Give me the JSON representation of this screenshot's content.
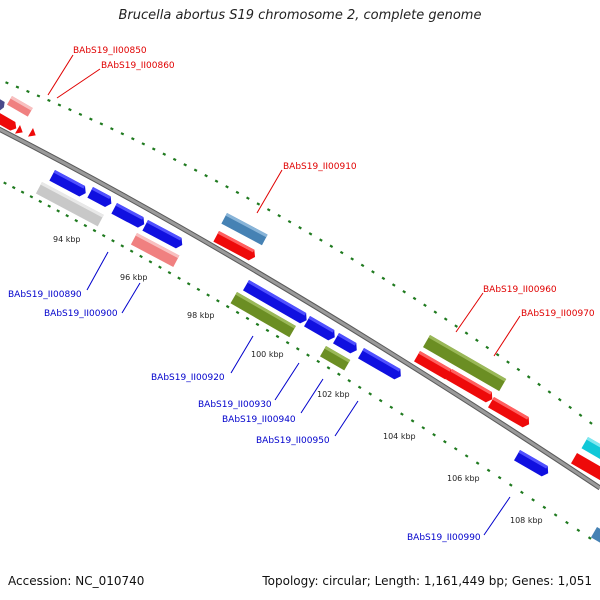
{
  "title": "Brucella abortus S19 chromosome 2, complete genome",
  "footer": {
    "accession": "Accession: NC_010740",
    "info": "Topology: circular; Length: 1,161,449 bp; Genes: 1,051"
  },
  "colors": {
    "backbone": "#8a8a8a",
    "tick": "#1f7a1f",
    "red_label": "#e00000",
    "blue_label": "#0000cc",
    "blue": "#1010e0",
    "red": "#ee0a0a",
    "olive": "#6b8e23",
    "pink": "#f08080",
    "steel": "#4682b4",
    "grey": "#c8c8c8",
    "navy": "#4a4a8a",
    "cyan": "#10c8d8"
  },
  "scale_labels": [
    "94 kbp",
    "96 kbp",
    "98 kbp",
    "100 kbp",
    "102 kbp",
    "104 kbp",
    "106 kbp",
    "108 kbp"
  ],
  "gene_labels": {
    "outer": [
      "BAbS19_II00850",
      "BAbS19_II00860",
      "BAbS19_II00910",
      "BAbS19_II00960",
      "BAbS19_II00970"
    ],
    "inner": [
      "BAbS19_II00890",
      "BAbS19_II00900",
      "BAbS19_II00920",
      "BAbS19_II00930",
      "BAbS19_II00940",
      "BAbS19_II00950",
      "BAbS19_II00990"
    ]
  }
}
